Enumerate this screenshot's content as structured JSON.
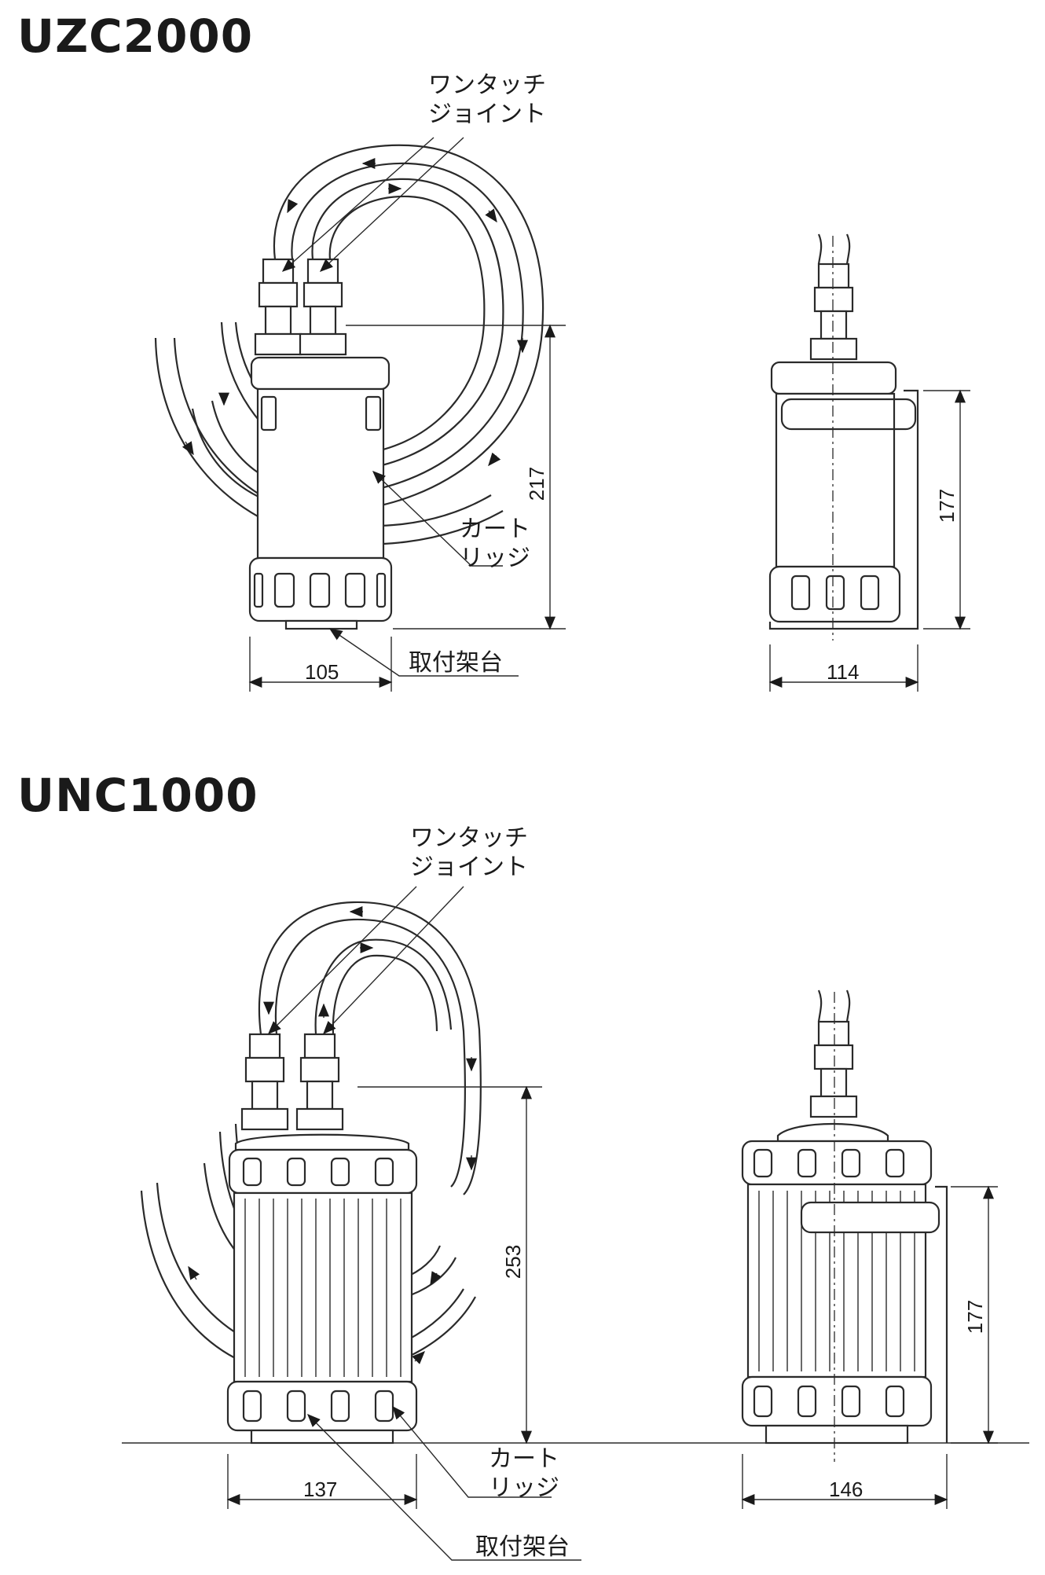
{
  "models": [
    {
      "name": "UZC2000",
      "joint_label": [
        "ワンタッチ",
        "ジョイント"
      ],
      "cartridge_label": [
        "カート",
        "リッジ"
      ],
      "mount_label": "取付架台",
      "dim_height": "217",
      "dim_width_front": "105",
      "dim_height_side": "177",
      "dim_width_side": "114"
    },
    {
      "name": "UNC1000",
      "joint_label": [
        "ワンタッチ",
        "ジョイント"
      ],
      "cartridge_label": [
        "カート",
        "リッジ"
      ],
      "mount_label": "取付架台",
      "dim_height": "253",
      "dim_width_front": "137",
      "dim_height_side": "177",
      "dim_width_side": "146"
    }
  ]
}
